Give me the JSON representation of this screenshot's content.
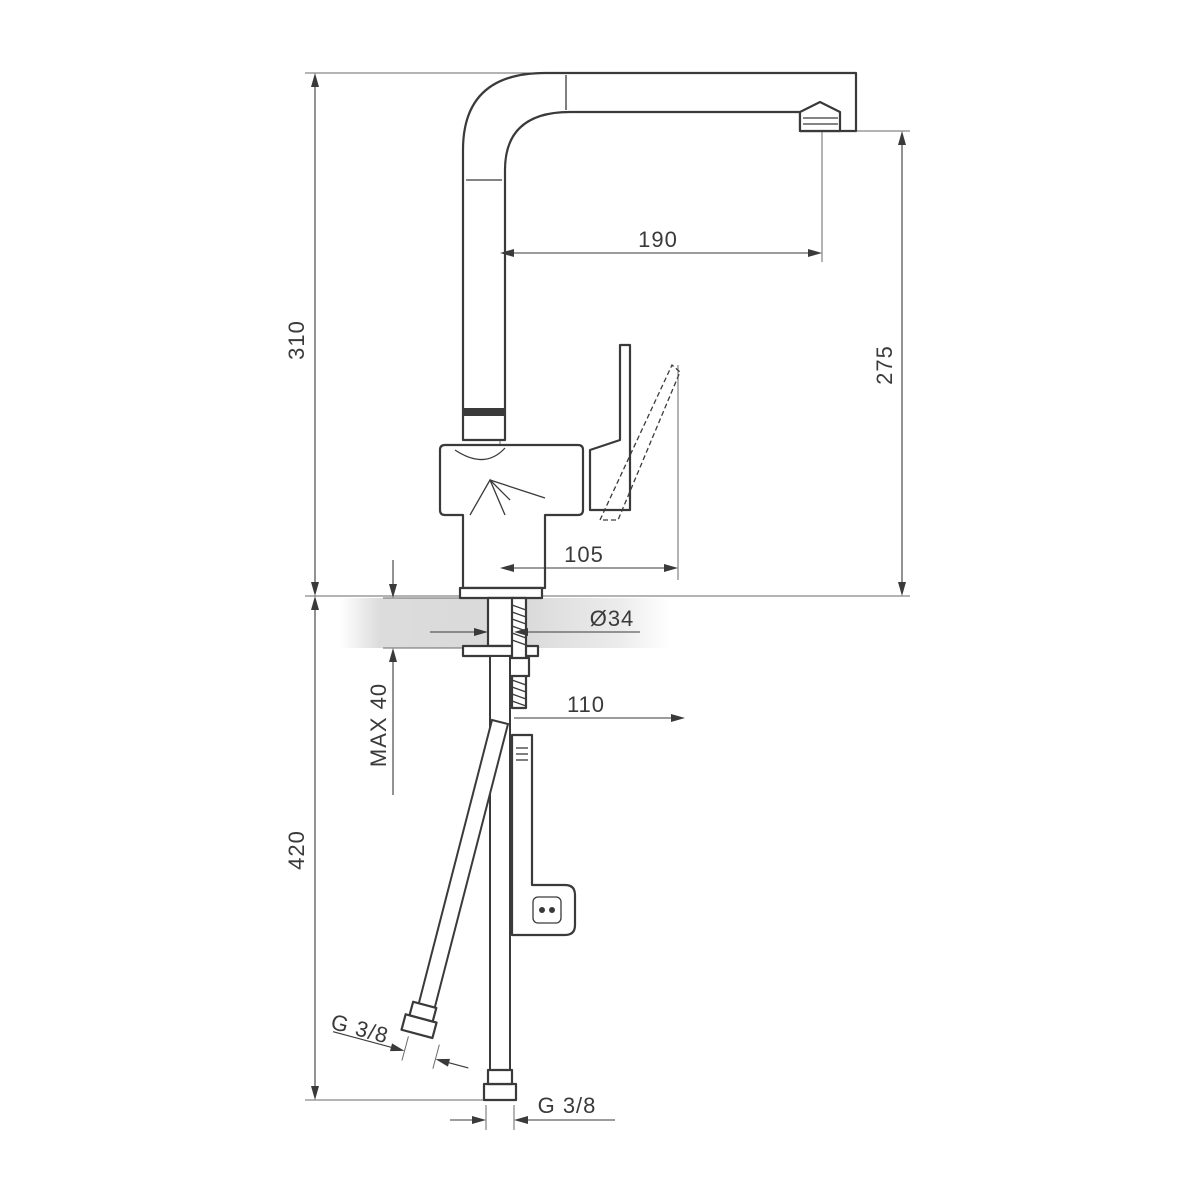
{
  "dimensions": {
    "overall_height": "310",
    "spout_reach": "190",
    "spout_height": "275",
    "lever_reach": "105",
    "hole_diameter": "Ø34",
    "max_countertop": "MAX 40",
    "threaded_rod": "110",
    "hose_length": "420",
    "hose_thread_left": "G 3/8",
    "hose_thread_right": "G 3/8"
  },
  "colors": {
    "line": "#3a3a3a",
    "countertop_shade": "#d9d9d9"
  }
}
